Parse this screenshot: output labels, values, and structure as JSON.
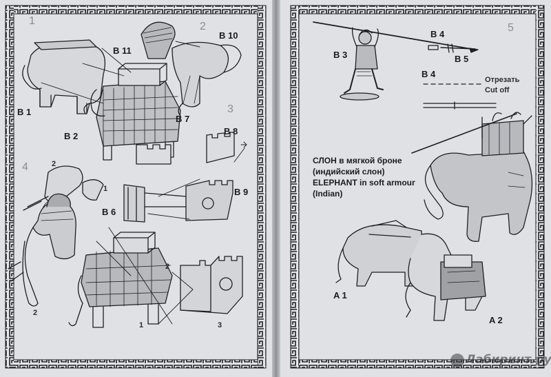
{
  "left_page": {
    "step_numbers": [
      "1",
      "2",
      "3",
      "4"
    ],
    "callouts": {
      "b11": "B 11",
      "b10": "B 10",
      "b1": "B 1",
      "b2": "B 2",
      "b7": "B 7",
      "b8": "B 8",
      "b9": "B 9",
      "b6": "B 6",
      "b6_part_2": "2",
      "b6_part_1": "1",
      "b6_part_3": "3",
      "head_part_2": "2",
      "head_part_1": "1",
      "elephant_part_2": "2"
    }
  },
  "right_page": {
    "step_number": "5",
    "callouts": {
      "b4_top": "B 4",
      "b5": "B 5",
      "b3": "B 3",
      "b4_mid": "B 4",
      "a1": "A 1",
      "a2": "A 2"
    },
    "cut_ru": "Отрезать",
    "cut_en": "Cut off",
    "title_lines": [
      "СЛОН  в мягкой броне",
      "(индийский слон)",
      "ELEPHANT in soft armour",
      "(Indian)"
    ]
  },
  "watermark": "Лабиринт.ру"
}
